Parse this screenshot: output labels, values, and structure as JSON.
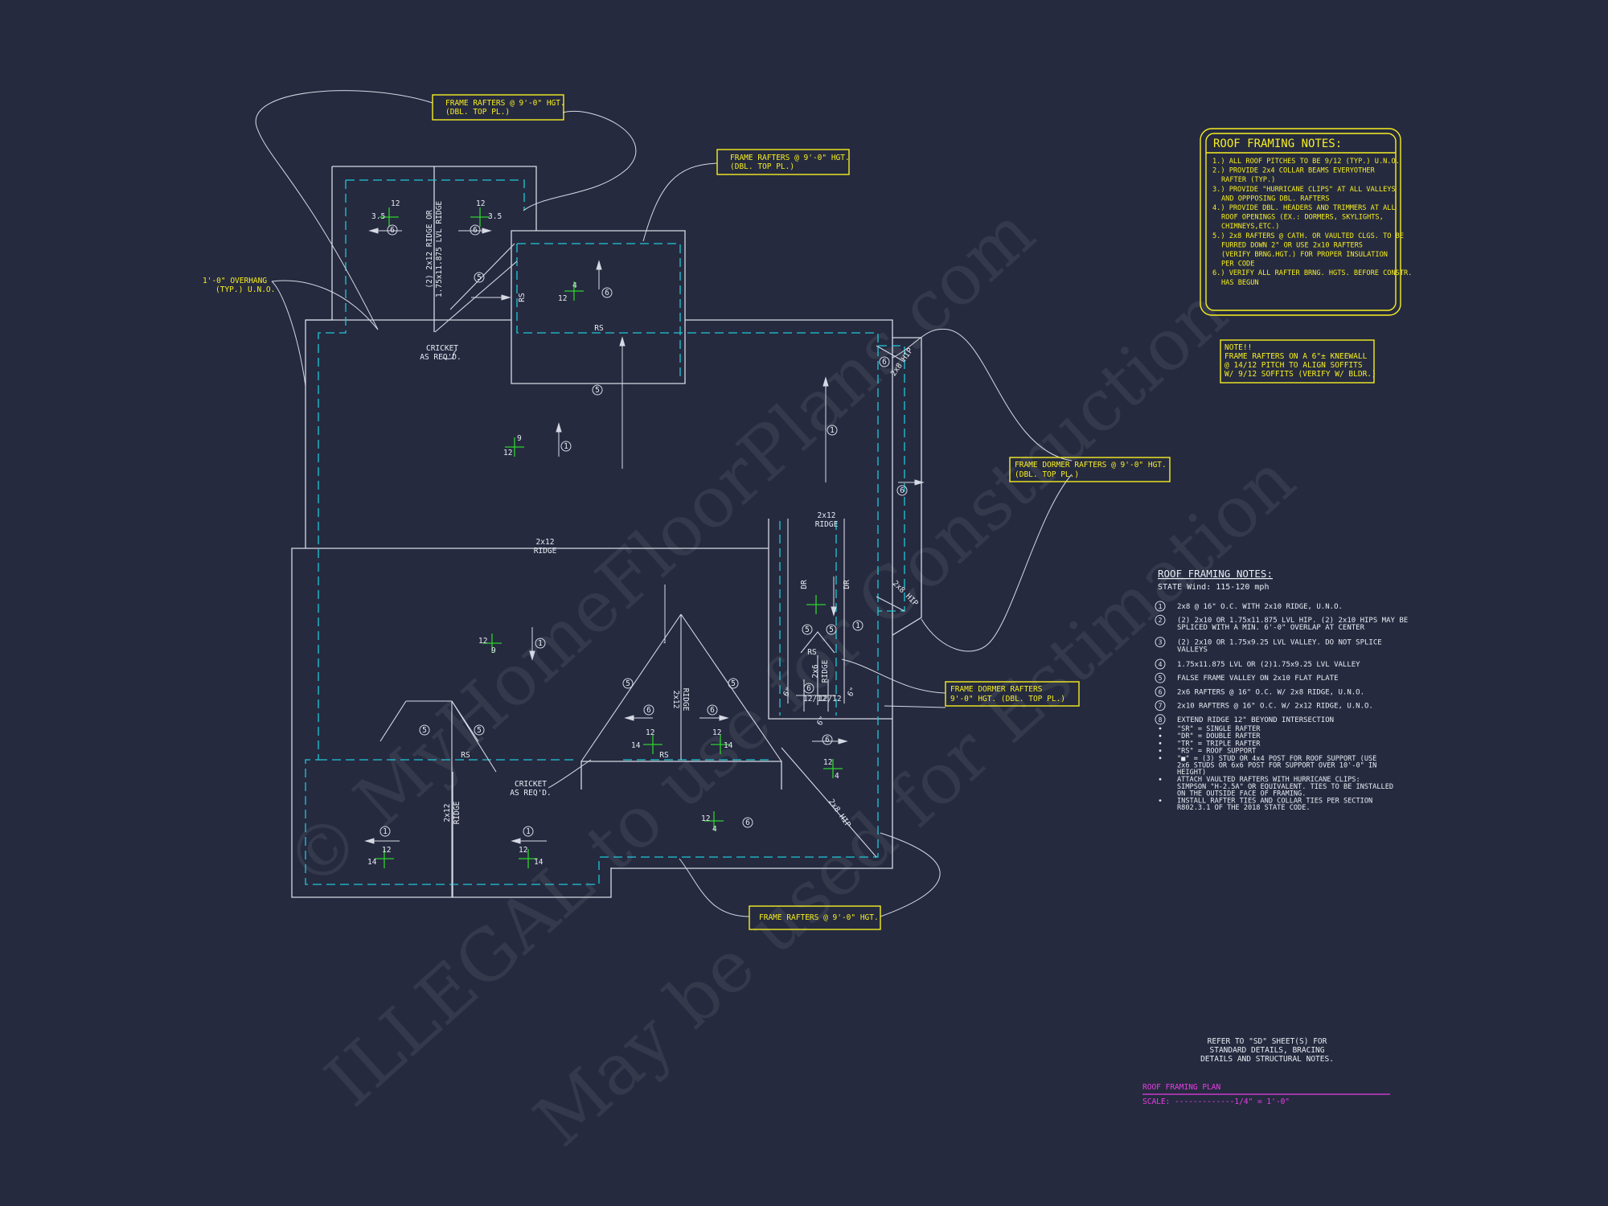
{
  "watermark": {
    "line1": "© MyHomeFloorPlans.com",
    "line2": "ILLEGAL to use for Construction",
    "line3": "May be used for Estimation"
  },
  "callouts": {
    "top_left_1": "FRAME RAFTERS @ 9'-0\" HGT.",
    "top_left_2": "(DBL. TOP PL.)",
    "top_mid_1": "FRAME RAFTERS @ 9'-0\" HGT.",
    "top_mid_2": "(DBL. TOP PL.)",
    "overhang_1": "1'-0\" OVERHANG",
    "overhang_2": "(TYP.) U.N.O.",
    "dormer_right_1": "FRAME DORMER RAFTERS @ 9'-0\" HGT.",
    "dormer_right_2": "(DBL. TOP PL.)",
    "dormer_low_1": "FRAME DORMER RAFTERS",
    "dormer_low_2": "9'-0\" HGT. (DBL. TOP PL.)",
    "bottom": "FRAME RAFTERS @ 9'-0\" HGT.",
    "kneewall_1": "NOTE!!",
    "kneewall_2": "FRAME RAFTERS ON A 6\"± KNEEWALL",
    "kneewall_3": "@ 14/12 PITCH TO ALIGN SOFFITS",
    "kneewall_4": "W/ 9/12 SOFFITS (VERIFY W/ BLDR.)"
  },
  "plan_labels": {
    "cricket_upper_1": "CRICKET",
    "cricket_upper_2": "AS REQ'D.",
    "cricket_lower_1": "CRICKET",
    "cricket_lower_2": "AS REQ'D.",
    "ridge_main_1": "2x12",
    "ridge_main_2": "RIDGE",
    "ridge_right_1": "2x12",
    "ridge_right_2": "RIDGE",
    "ridge_upper_left": "(2) 2x12 RIDGE OR",
    "ridge_upper_left_2": "1.75x11.875 LVL RIDGE",
    "ridge_bottom_1": "2x12",
    "ridge_bottom_2": "RIDGE",
    "ridge_gable": "2x12",
    "ridge_gable_2": "RIDGE",
    "ridge_dormer": "2x6",
    "ridge_dormer_2": "RIDGE",
    "hip_upper": "2x8 HIP",
    "hip_mid": "2x8 HIP",
    "hip_lower": "2x8 HIP",
    "rs": "RS",
    "dr": "DR",
    "pitch_12": "12",
    "pitch_9": "9",
    "pitch_14": "14",
    "pitch_4": "4",
    "pitch_35": "3.5",
    "pitch_1212": "12/12",
    "dim_6": "6\"",
    "c1": "1",
    "c5": "5",
    "c6": "6"
  },
  "notes_box": {
    "title": "ROOF FRAMING NOTES:",
    "items": [
      "1.) ALL ROOF PITCHES TO BE 9/12 (TYP.) U.N.O.",
      "2.) PROVIDE 2x4 COLLAR BEAMS EVERYOTHER",
      "RAFTER (TYP.)",
      "3.) PROVIDE \"HURRICANE CLIPS\" AT ALL VALLEYS",
      "AND OPPPOSING DBL. RAFTERS",
      "4.) PROVIDE DBL. HEADERS AND TRIMMERS AT ALL",
      "ROOF OPENINGS (EX.: DORMERS, SKYLIGHTS,",
      "CHIMNEYS,ETC.)",
      "5.) 2x8 RAFTERS @ CATH. OR VAULTED CLGS. TO BE",
      "FURRED DOWN 2\" OR USE 2x10 RAFTERS",
      "(VERIFY BRNG.HGT.) FOR PROPER INSULATION",
      "PER CODE",
      "6.) VERIFY ALL RAFTER BRNG. HGTS. BEFORE CONSTR.",
      "HAS BEGUN"
    ]
  },
  "legend": {
    "title": "ROOF FRAMING NOTES:",
    "wind": "STATE Wind: 115-120 mph",
    "items": [
      {
        "num": "1",
        "lines": [
          "2x8 @ 16\" O.C. WITH 2x10 RIDGE, U.N.O."
        ]
      },
      {
        "num": "2",
        "lines": [
          "(2) 2x10 OR 1.75x11.875 LVL HIP. (2) 2x10 HIPS MAY BE",
          "SPLICED WITH A MIN. 6'-0\" OVERLAP AT CENTER"
        ]
      },
      {
        "num": "3",
        "lines": [
          "(2) 2x10 OR 1.75x9.25 LVL VALLEY. DO NOT SPLICE",
          "VALLEYS"
        ]
      },
      {
        "num": "4",
        "lines": [
          "1.75x11.875 LVL OR (2)1.75x9.25 LVL VALLEY"
        ]
      },
      {
        "num": "5",
        "lines": [
          "FALSE FRAME VALLEY ON 2x10 FLAT PLATE"
        ]
      },
      {
        "num": "6",
        "lines": [
          "2x6 RAFTERS @ 16\" O.C. W/ 2x8 RIDGE, U.N.O."
        ]
      },
      {
        "num": "7",
        "lines": [
          "2x10 RAFTERS @ 16\" O.C. W/ 2x12 RIDGE, U.N.O."
        ]
      },
      {
        "num": "8",
        "lines": [
          "EXTEND RIDGE 12\" BEYOND INTERSECTION"
        ]
      }
    ],
    "bullets": [
      [
        "\"SR\" = SINGLE RAFTER"
      ],
      [
        "\"DR\" = DOUBLE RAFTER"
      ],
      [
        "\"TR\" = TRIPLE RAFTER"
      ],
      [
        "\"RS\" = ROOF SUPPORT"
      ],
      [
        "\"■\" = (3) STUD OR 4x4 POST FOR ROOF SUPPORT (USE",
        "2x6 STUDS OR 6x6 POST FOR SUPPORT OVER 10'-0\" IN",
        "HEIGHT)"
      ],
      [
        "ATTACH VAULTED RAFTERS WITH HURRICANE CLIPS:",
        "SIMPSON \"H-2.5A\" OR EQUIVALENT. TIES TO BE INSTALLED",
        "ON THE OUTSIDE FACE OF FRAMING."
      ],
      [
        "INSTALL RAFTER TIES AND COLLAR TIES PER SECTION",
        "R802.3.1 OF THE 2018 STATE CODE."
      ]
    ]
  },
  "title_block": {
    "refer_1": "REFER TO \"SD\" SHEET(S) FOR",
    "refer_2": "STANDARD DETAILS, BRACING",
    "refer_3": "DETAILS AND STRUCTURAL NOTES.",
    "title": "ROOF FRAMING PLAN",
    "scale": "SCALE: -------------1/4\" = 1'-0\""
  },
  "colors": {
    "background": "#252a3f",
    "line": "#d6d9e4",
    "dash": "#20c6d6",
    "yellow": "#f6ee22",
    "magenta": "#e83ee4",
    "green": "#2fd02f"
  }
}
